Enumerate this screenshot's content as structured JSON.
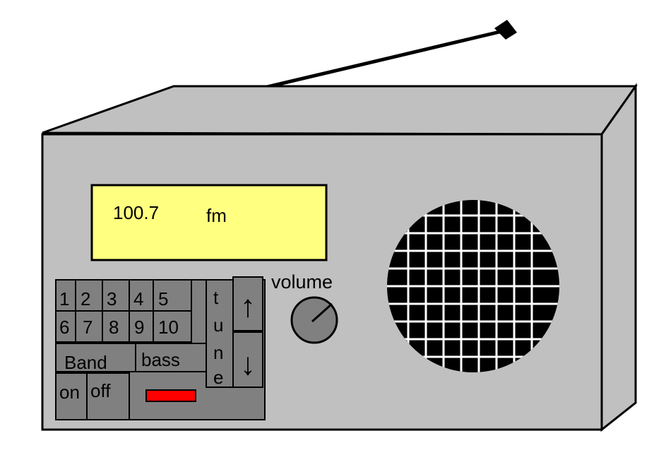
{
  "display": {
    "frequency": "100.7",
    "band": "fm"
  },
  "preset_keys": [
    "1",
    "2",
    "3",
    "4",
    "5",
    "6",
    "7",
    "8",
    "9",
    "10"
  ],
  "buttons": {
    "band": "Band",
    "bass": "bass",
    "on": "on",
    "off": "off"
  },
  "tune": {
    "label_letters": [
      "t",
      "u",
      "n",
      "e"
    ],
    "up_arrow": "↑",
    "down_arrow": "↓"
  },
  "volume": {
    "label": "volume"
  },
  "colors": {
    "body": "#c0c0c0",
    "keypad": "#808080",
    "display_bg": "#ffff80",
    "speaker_grille": "#000000",
    "grille_lines": "#ffffff",
    "indicator": "#ff0000"
  },
  "icons": {
    "antenna": "antenna-icon",
    "speaker": "speaker-grille-icon",
    "indicator": "power-indicator-light"
  }
}
